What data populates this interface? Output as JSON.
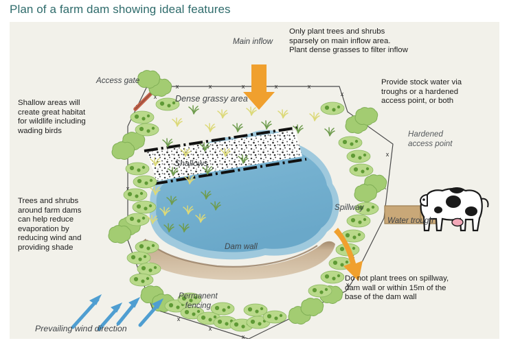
{
  "page_title": "Plan of a farm dam showing ideal features",
  "colors": {
    "title": "#2e6b6b",
    "background": "#f2f1ea",
    "water": "#74b0cf",
    "shallow_water": "#9fc9dd",
    "dam_wall": "#c9b295",
    "tree_green": "#a3cc72",
    "shrub_green": "#b9d98a",
    "dark_green_dot": "#4e8b2f",
    "grass_yellow": "#dfe08a",
    "grass_green": "#6f9c4e",
    "arrow_orange": "#f0a02e",
    "wind_blue": "#4f9ed1",
    "gate_red": "#c0624a",
    "trough_tan": "#c9a878",
    "fence_line": "#3b3b3b"
  },
  "notes": {
    "inflow_planting": "Only plant trees and shrubs\nsparsely on main inflow area.\nPlant dense grasses to filter inflow",
    "stock_water": "Provide stock water via\ntroughs or a hardened\naccess point, or both",
    "shallow_areas": "Shallow areas will\ncreate great habitat\nfor wildlife including\nwading birds",
    "trees_shrubs": "Trees and shrubs\naround farm dams\ncan help reduce\nevaporation by\nreducing wind and\nproviding shade",
    "spillway_warning": "Do not plant trees on spillway,\ndam wall or within 15m of the\nbase of the dam wall"
  },
  "labels": {
    "access_gate": "Access gate",
    "main_inflow": "Main inflow",
    "dense_grassy_area": "Dense grassy area",
    "shallows": "Shallows",
    "hardened_access_point": "Hardened\naccess point",
    "spillway": "Spillway",
    "dam_wall": "Dam wall",
    "water_trough": "Water trough",
    "permanent_fencing": "Permanent\nfencing",
    "prevailing_wind": "Prevailing wind direction"
  },
  "features": {
    "fence_marker_glyph": "x",
    "cow_icon": "cow-icon",
    "trough_icon": "water-trough-icon",
    "inflow_arrow_icon": "down-arrow-icon",
    "spillway_arrow_icon": "curved-arrow-icon",
    "wind_arrow_icon": "wind-arrow-icon",
    "gate_icon": "gate-icon",
    "gravel_icon": "gravel-texture-icon"
  }
}
